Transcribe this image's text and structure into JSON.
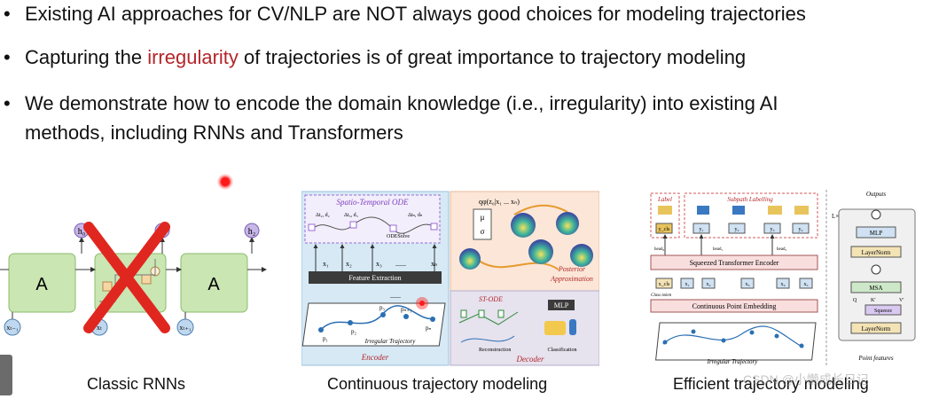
{
  "bullets": [
    {
      "marker": "•",
      "text": "Existing AI approaches for CV/NLP are NOT always good choices for modeling trajectories"
    },
    {
      "marker": "•",
      "before": "Capturing the ",
      "highlight": "irregularity",
      "after": " of trajectories is of great importance to trajectory modeling"
    },
    {
      "marker": "•",
      "line1": "We demonstrate how to encode the domain knowledge (i.e., irregularity) into existing AI",
      "line2": "methods, including RNNs and Transformers"
    }
  ],
  "captions": {
    "rnn": "Classic RNNs",
    "continuous": "Continuous trajectory modeling",
    "efficient": "Efficient trajectory modeling"
  },
  "rnn_figure": {
    "cell_label": "A",
    "h_labels": [
      "h₀",
      "hₜ",
      "h₂"
    ],
    "x_labels": [
      "xₜ₋₁",
      "xₜ",
      "xₜ₊₁"
    ]
  },
  "continuous_figure": {
    "encoder_title": "Spatio-Temporal ODE",
    "ode_solve": "ODESolve",
    "delta_labels": [
      "Δt₂, d₂",
      "Δt₃, d₃",
      "Δtₙ, dₙ"
    ],
    "x_labels": [
      "x₁",
      "x₂",
      "x₃",
      "......",
      "xₙ"
    ],
    "feature_extraction": "Feature Extraction",
    "point_labels": [
      "p₁",
      "p₂",
      "p₃",
      "pₙ₊₁",
      "pₙ"
    ],
    "irregular_trajectory": "Irregular Trajectory",
    "encoder": "Encoder",
    "posterior_formula": "qφ(z₀|x₁ ... xₙ)",
    "mu_sigma": [
      "μ",
      "σ"
    ],
    "posterior": "Posterior",
    "approximation": "Approximation",
    "st_ode": "ST-ODE",
    "mlp": "MLP",
    "reconstruction": "Reconstruction",
    "classification": "Classification",
    "decoder": "Decoder"
  },
  "efficient_figure": {
    "label": "Label",
    "subpath_labelling": "Subpath Labelling",
    "y_cls": "y_cls",
    "heads": [
      "head₀",
      "head₁",
      "head₂"
    ],
    "y_labels": [
      "y₁",
      "y₂",
      "y₃",
      "y₄"
    ],
    "encoder": "Squeezed Transformer Encoder",
    "class_token": "Class token",
    "x_cls": "x_cls",
    "x_labels": [
      "x₁",
      "x₂",
      "x₃",
      "x₄",
      "x₅"
    ],
    "embedding": "Continuous Point Embedding",
    "irregular_trajectory": "Irregular Trajectory",
    "outputs": "Outputs",
    "lx": "L×",
    "mlp": "MLP",
    "layernorm": "LayerNorm",
    "msa": "MSA",
    "squeeze": "Squeeze",
    "qkv": [
      "Q",
      "K'",
      "V'"
    ],
    "point_features": "Point features"
  },
  "watermark": "CSDN @小懒成长日记",
  "colors": {
    "highlight": "#b3262a",
    "rnn_cell": "#c9e6b3",
    "cross": "#e0271f",
    "encoder_bg": "#d6e9f5",
    "decoder_bg": "#e6e2ee",
    "posterior_bg": "#fbe6d7"
  }
}
